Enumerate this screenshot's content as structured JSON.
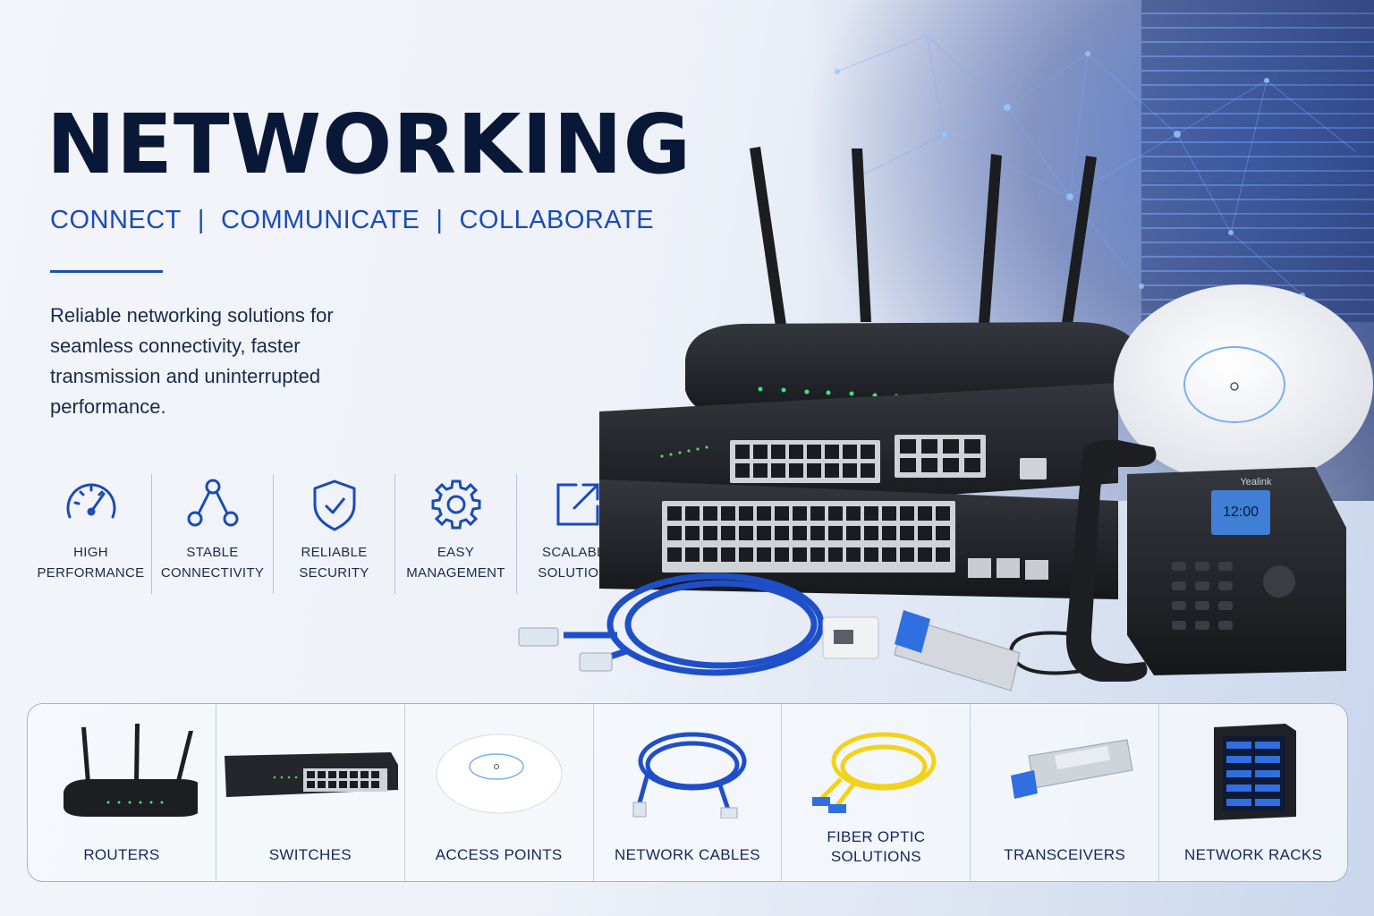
{
  "header": {
    "title": "NETWORKING",
    "tagline": [
      "CONNECT",
      "COMMUNICATE",
      "COLLABORATE"
    ],
    "separator": "|",
    "description": "Reliable networking solutions for seamless connectivity, faster transmission and uninterrupted performance."
  },
  "features": [
    {
      "icon": "speedometer-icon",
      "line1": "HIGH",
      "line2": "PERFORMANCE"
    },
    {
      "icon": "network-nodes-icon",
      "line1": "STABLE",
      "line2": "CONNECTIVITY"
    },
    {
      "icon": "shield-check-icon",
      "line1": "RELIABLE",
      "line2": "SECURITY"
    },
    {
      "icon": "gear-icon",
      "line1": "EASY",
      "line2": "MANAGEMENT"
    },
    {
      "icon": "scale-arrow-icon",
      "line1": "SCALABLE",
      "line2": "SOLUTIONS"
    }
  ],
  "hero": {
    "phone_brand": "Yealink",
    "phone_time": "12:00"
  },
  "products": [
    {
      "label": "ROUTERS"
    },
    {
      "label": "SWITCHES"
    },
    {
      "label": "ACCESS POINTS"
    },
    {
      "label": "NETWORK CABLES"
    },
    {
      "label": "FIBER OPTIC SOLUTIONS",
      "line1": "FIBER OPTIC",
      "line2": "SOLUTIONS"
    },
    {
      "label": "TRANSCEIVERS"
    },
    {
      "label": "NETWORK RACKS"
    }
  ],
  "colors": {
    "accent": "#1a4bb8",
    "heading": "#0a1838",
    "device": "#1c1e22",
    "cable_blue": "#1f4fc8",
    "fiber_yellow": "#f2d21a"
  }
}
